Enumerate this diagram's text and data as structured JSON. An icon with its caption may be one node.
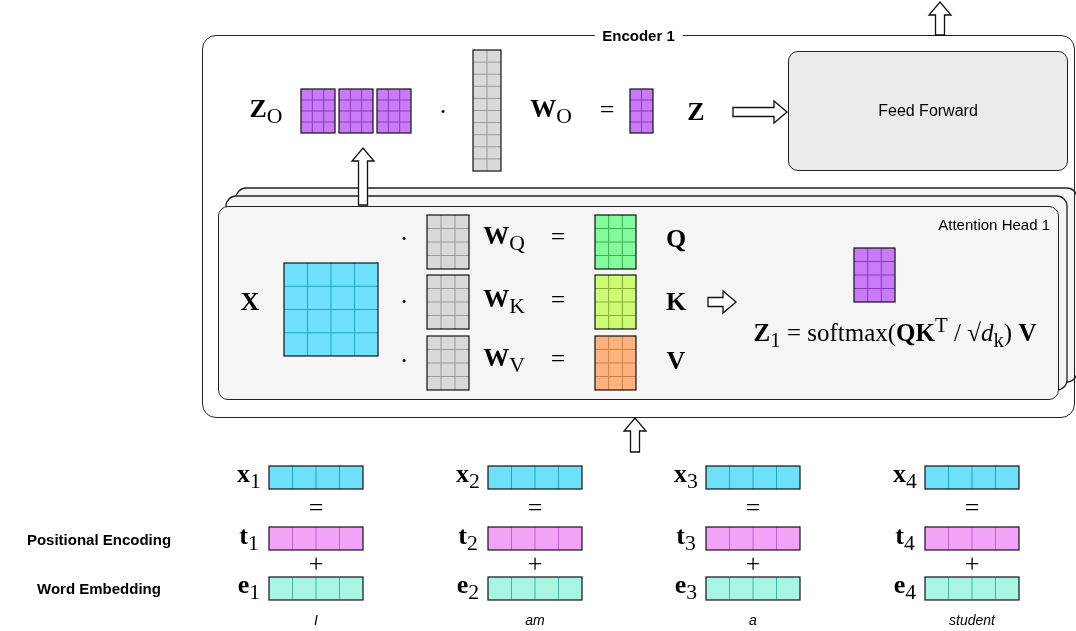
{
  "diagram": {
    "nodes": [
      {
        "text": [
          "Encoder 1"
        ]
      },
      {
        "text": [
          "Feed Forward"
        ],
        "in": 0
      },
      {
        "text": [
          "Attention Head 1"
        ],
        "in": 0
      }
    ],
    "edges": [
      {
        "from": null,
        "to": 0,
        "arrow": "to"
      },
      {
        "from": 0,
        "to": null,
        "arrow": "to"
      },
      {
        "from": null,
        "to": 1,
        "arrow": "to"
      },
      {
        "from": 2,
        "to": null,
        "arrow": "to"
      }
    ],
    "labels": [
      "**Z**$_{O}$",
      "·",
      "**W**$_{O}$",
      "=",
      "Z",
      "·",
      "**W**$_{Q}$",
      "=",
      "Q",
      "X",
      "·",
      "**W**$_{K}$",
      "=",
      "K",
      "·",
      "**W**$_{V}$",
      "=",
      "V",
      "**Z**$_{1}$ = softmax(**QK**$^{T}$ / √*d*$_{k}$) **V**",
      "**x**$_{1}$",
      "**x**$_{2}$",
      "**x**$_{3}$",
      "**x**$_{4}$",
      "=",
      "=",
      "=",
      "=",
      "Positional Encoding",
      "**t**$_{1}$",
      "**t**$_{2}$",
      "**t**$_{3}$",
      "**t**$_{4}$",
      "+",
      "+",
      "+",
      "+",
      "Word Embedding",
      "**e**$_{1}$",
      "**e**$_{2}$",
      "**e**$_{3}$",
      "**e**$_{4}$",
      "I",
      "am",
      "a",
      "student"
    ]
  }
}
